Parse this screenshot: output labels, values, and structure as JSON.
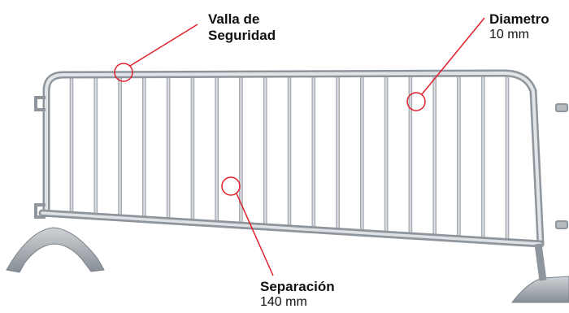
{
  "callouts": {
    "valla": {
      "title_line1": "Valla de",
      "title_line2": "Seguridad"
    },
    "diametro": {
      "title": "Diametro",
      "value": "10 mm"
    },
    "separacion": {
      "title": "Separación",
      "value": "140 mm"
    }
  },
  "colors": {
    "callout_line": "#e0202a",
    "metal_light": "#d9dcdf",
    "metal_mid": "#b7bcc1",
    "metal_dark": "#8e959c",
    "background": "#ffffff"
  },
  "barrier": {
    "vertical_bar_count": 19
  }
}
